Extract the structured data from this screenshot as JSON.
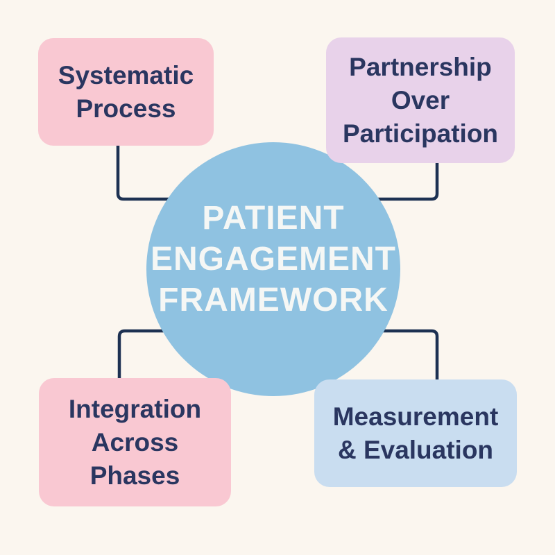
{
  "diagram": {
    "center": {
      "label": "PATIENT\nENGAGEMENT\nFRAMEWORK"
    },
    "nodes": [
      {
        "id": "systematic-process",
        "label": "Systematic\nProcess",
        "position": "top-left",
        "fill": "pink"
      },
      {
        "id": "partnership-over-participation",
        "label": "Partnership\nOver\nParticipation",
        "position": "top-right",
        "fill": "lavender"
      },
      {
        "id": "integration-across-phases",
        "label": "Integration\nAcross\nPhases",
        "position": "bottom-left",
        "fill": "pink"
      },
      {
        "id": "measurement-and-evaluation",
        "label": "Measurement\n& Evaluation",
        "position": "bottom-right",
        "fill": "light-blue"
      }
    ]
  },
  "colors": {
    "background": "#FBF6EF",
    "center_circle": "#8FC2E1",
    "center_text": "#F5F7F5",
    "node_pink": "#F9C8D2",
    "node_lavender": "#E8D2EA",
    "node_blue": "#C9DDF0",
    "node_text": "#2A3660",
    "connector": "#1D3152"
  }
}
